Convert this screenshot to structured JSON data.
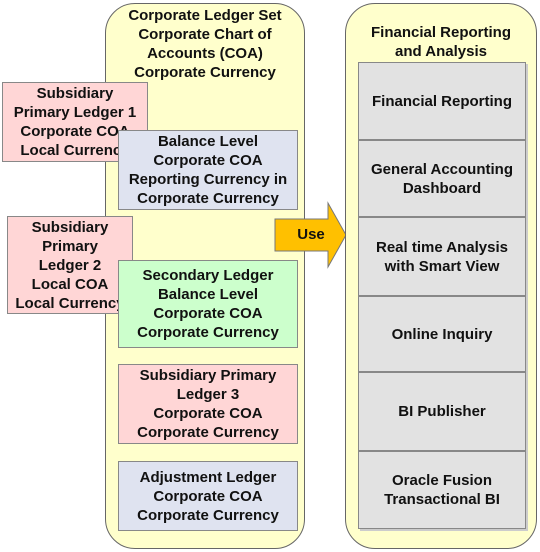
{
  "ledger_set": {
    "title": "Corporate Ledger Set\nCorporate Chart of\nAccounts (COA)\nCorporate Currency",
    "ledgers": [
      {
        "label": "Subsidiary\nPrimary Ledger 1\nCorporate COA\nLocal Currency",
        "color": "#ffd6d6"
      },
      {
        "label": "Balance Level\nCorporate COA\nReporting Currency in\nCorporate Currency",
        "color": "#dfe3f0"
      },
      {
        "label": "Subsidiary\nPrimary\nLedger 2\nLocal COA\nLocal Currency",
        "color": "#ffd6d6"
      },
      {
        "label": "Secondary Ledger\nBalance Level\nCorporate COA\nCorporate Currency",
        "color": "#ccffcc"
      },
      {
        "label": "Subsidiary Primary\nLedger 3\nCorporate COA\nCorporate Currency",
        "color": "#ffd6d6"
      },
      {
        "label": "Adjustment Ledger\nCorporate COA\nCorporate Currency",
        "color": "#dfe3f0"
      }
    ]
  },
  "arrow": {
    "label": "Use",
    "color": "#ffc000"
  },
  "reporting": {
    "title": "Financial Reporting\nand Analysis",
    "tools": [
      "Financial Reporting",
      "General Accounting\nDashboard",
      "Real time Analysis\nwith Smart View",
      "Online Inquiry",
      "BI Publisher",
      "Oracle Fusion\nTransactional BI"
    ]
  }
}
